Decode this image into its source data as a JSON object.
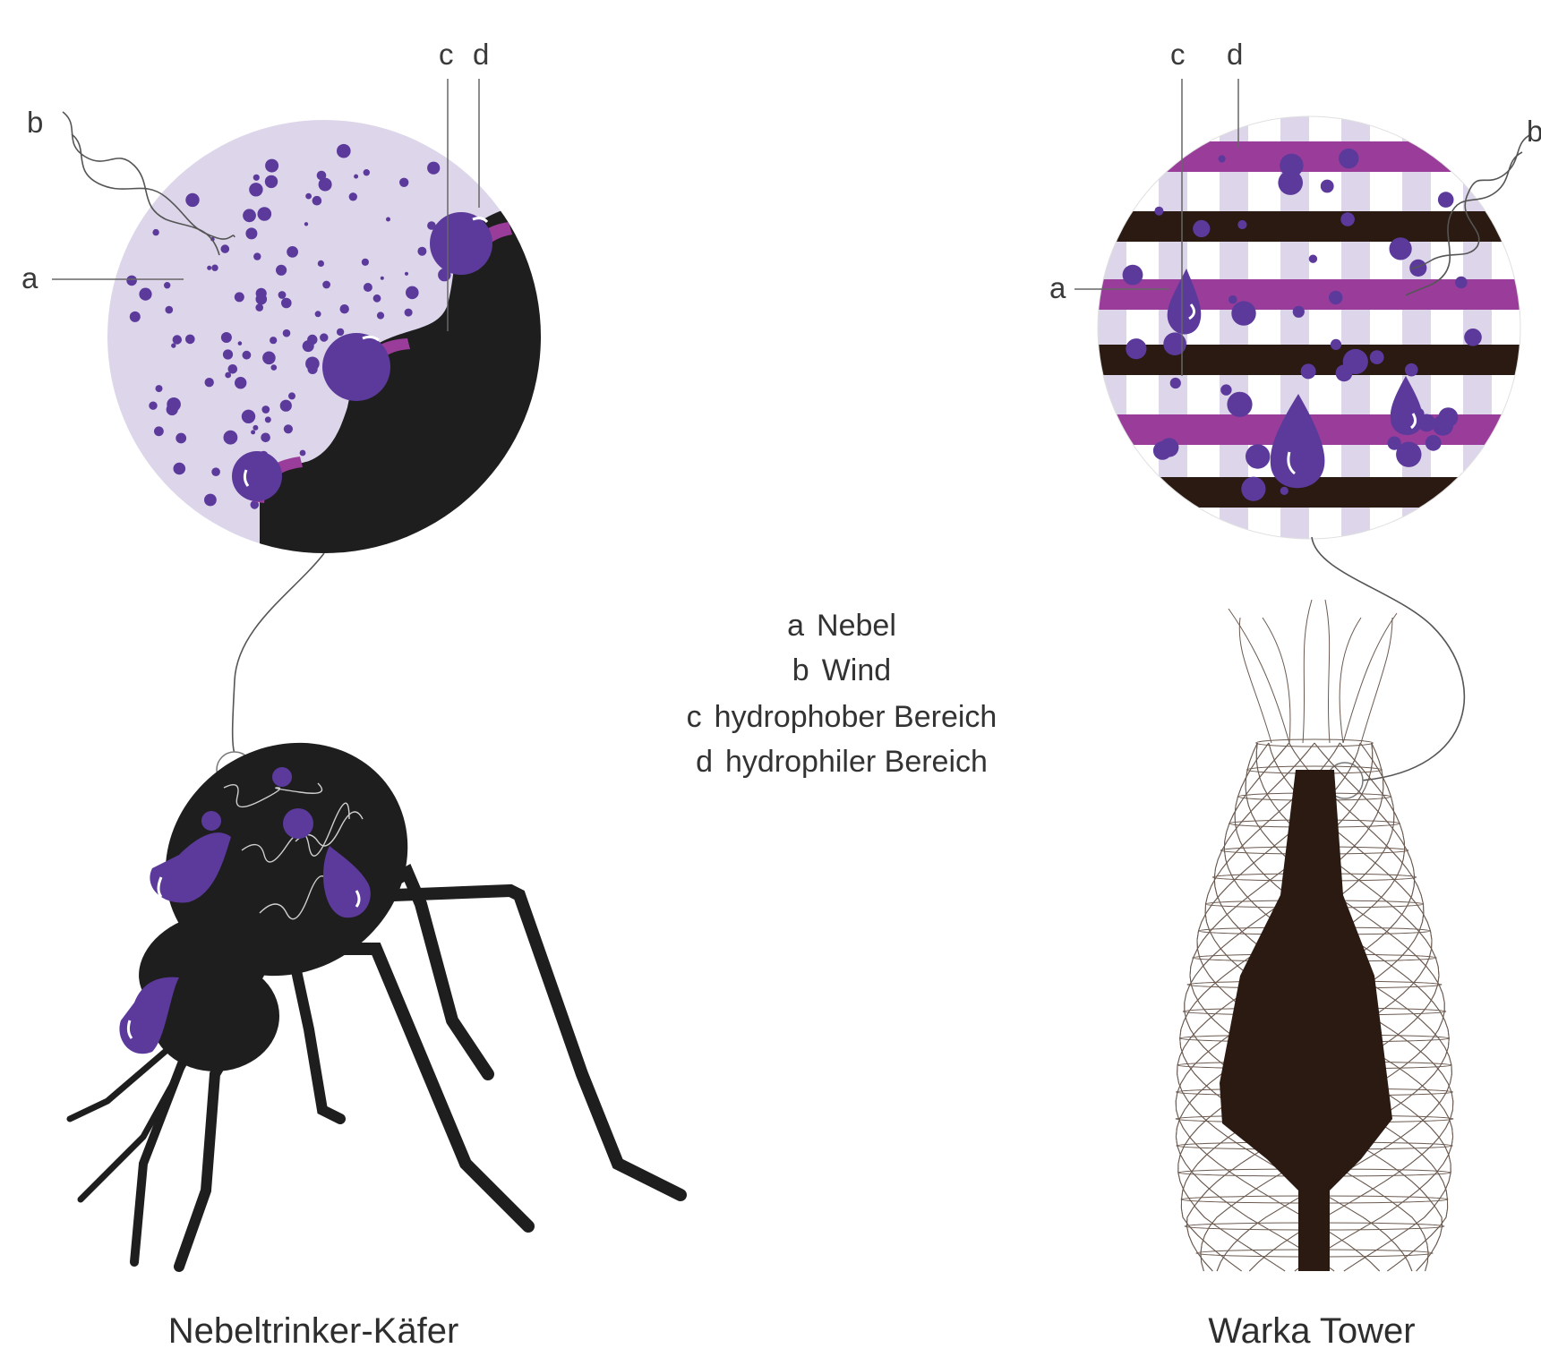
{
  "labels": {
    "a": "a",
    "b": "b",
    "c": "c",
    "d": "d"
  },
  "legend": [
    {
      "key": "a",
      "text": "Nebel"
    },
    {
      "key": "b",
      "text": "Wind"
    },
    {
      "key": "c",
      "text": "hydrophober Bereich"
    },
    {
      "key": "d",
      "text": "hydrophiler Bereich"
    }
  ],
  "captions": {
    "beetle": "Nebeltrinker-Käfer",
    "tower": "Warka Tower"
  },
  "colors": {
    "fog_bg": "#ddd6ea",
    "droplet": "#5b3a9c",
    "hydrophilic": "#9a3d9a",
    "beetle_body": "#1e1e1e",
    "tower_core": "#2a1a12",
    "mesh": "#6b5a50"
  }
}
